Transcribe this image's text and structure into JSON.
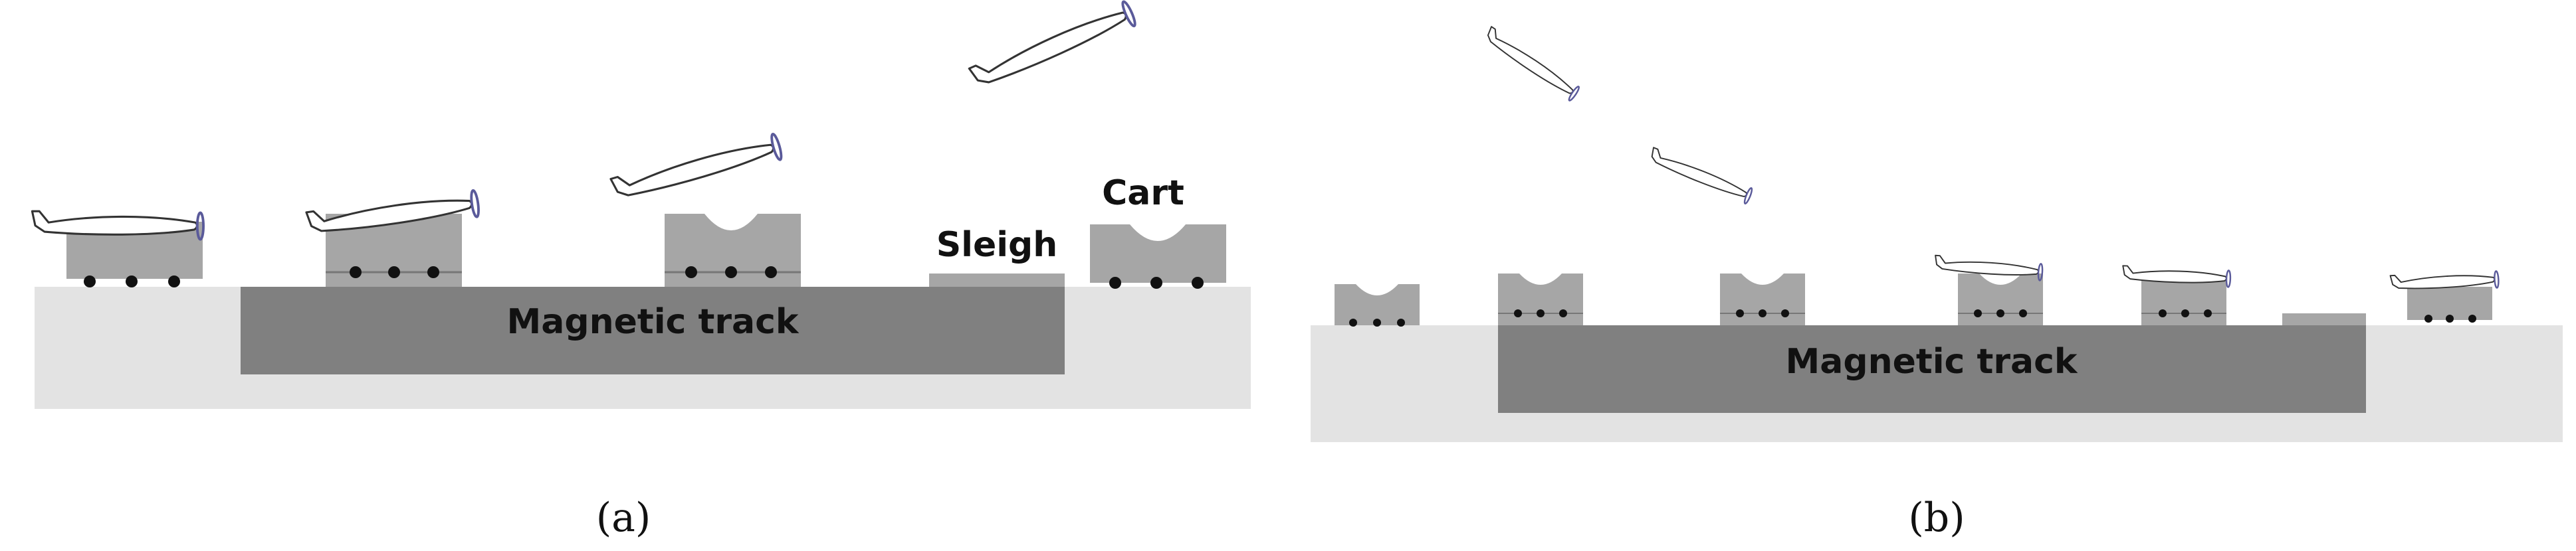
{
  "panels": [
    {
      "caption": "(a)",
      "track_label": "Magnetic track",
      "sleigh_label": "Sleigh",
      "cart_label": "Cart"
    },
    {
      "caption": "(b)",
      "track_label": "Magnetic track"
    }
  ],
  "colors": {
    "ground": "#e3e3e3",
    "track": "#808080",
    "cart": "#a6a6a6",
    "aircraft_outline": "#333333",
    "propeller": "#5a5a9a"
  }
}
